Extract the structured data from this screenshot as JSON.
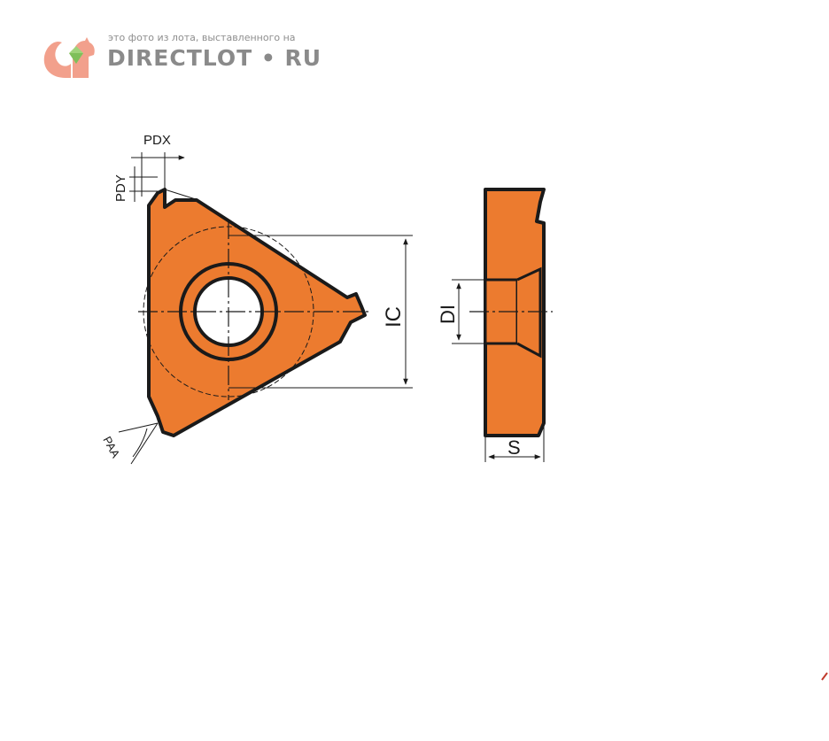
{
  "watermark": {
    "caption": "это фото из лота, выставленного на",
    "brand": "DIRECTLOT • RU",
    "logo_icon": "squirrel-gem-logo-icon"
  },
  "diagram": {
    "labels": {
      "pdx": "PDX",
      "pdy": "PDY",
      "paa": "PAA",
      "ic": "IC",
      "di": "DI",
      "s": "S"
    },
    "colors": {
      "insert_fill": "#ec7b2f",
      "outline": "#1a1a1a",
      "watermark_logo": "#f2a08c"
    }
  }
}
